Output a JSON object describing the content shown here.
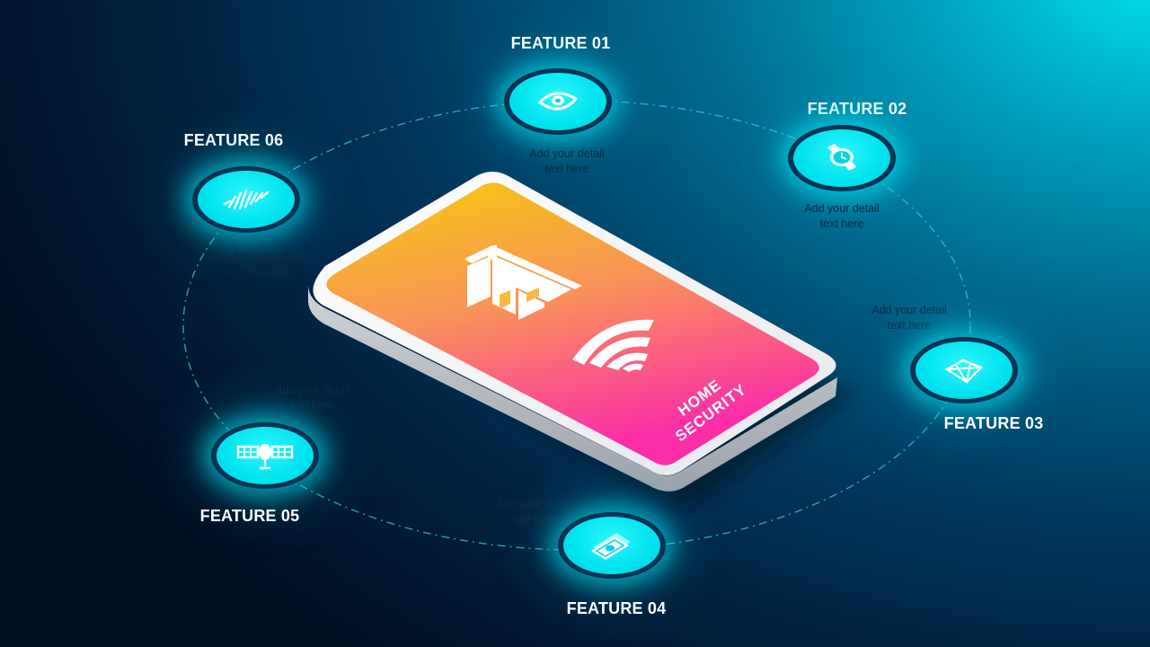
{
  "phone": {
    "title_line1": "HOME",
    "title_line2": "SECURITY",
    "house_icon": "house-icon",
    "wifi_icon": "wifi-icon",
    "gradient_top": "#f6cc0c",
    "gradient_bottom": "#fb2ea6"
  },
  "colors": {
    "accent": "#00e3ef",
    "node_ring": "#0a3352",
    "background_dark": "#010f24",
    "background_light": "#00e6ee"
  },
  "features": [
    {
      "label": "FEATURE 01",
      "detail_line1": "Add your detail",
      "detail_line2": "text here",
      "icon": "eye-icon"
    },
    {
      "label": "FEATURE 02",
      "detail_line1": "Add your detail",
      "detail_line2": "text here",
      "icon": "watch-icon"
    },
    {
      "label": "FEATURE 03",
      "detail_line1": "Add your detail",
      "detail_line2": "text here",
      "icon": "diamond-icon"
    },
    {
      "label": "FEATURE 04",
      "detail_line1": "Add your detail",
      "detail_line2": "text here",
      "icon": "money-icon"
    },
    {
      "label": "FEATURE 05",
      "detail_line1": "Add your detail",
      "detail_line2": "text here",
      "icon": "satellite-icon"
    },
    {
      "label": "FEATURE 06",
      "detail_line1": "Add your detail",
      "detail_line2": "text here",
      "icon": "signal-wave-icon"
    }
  ]
}
